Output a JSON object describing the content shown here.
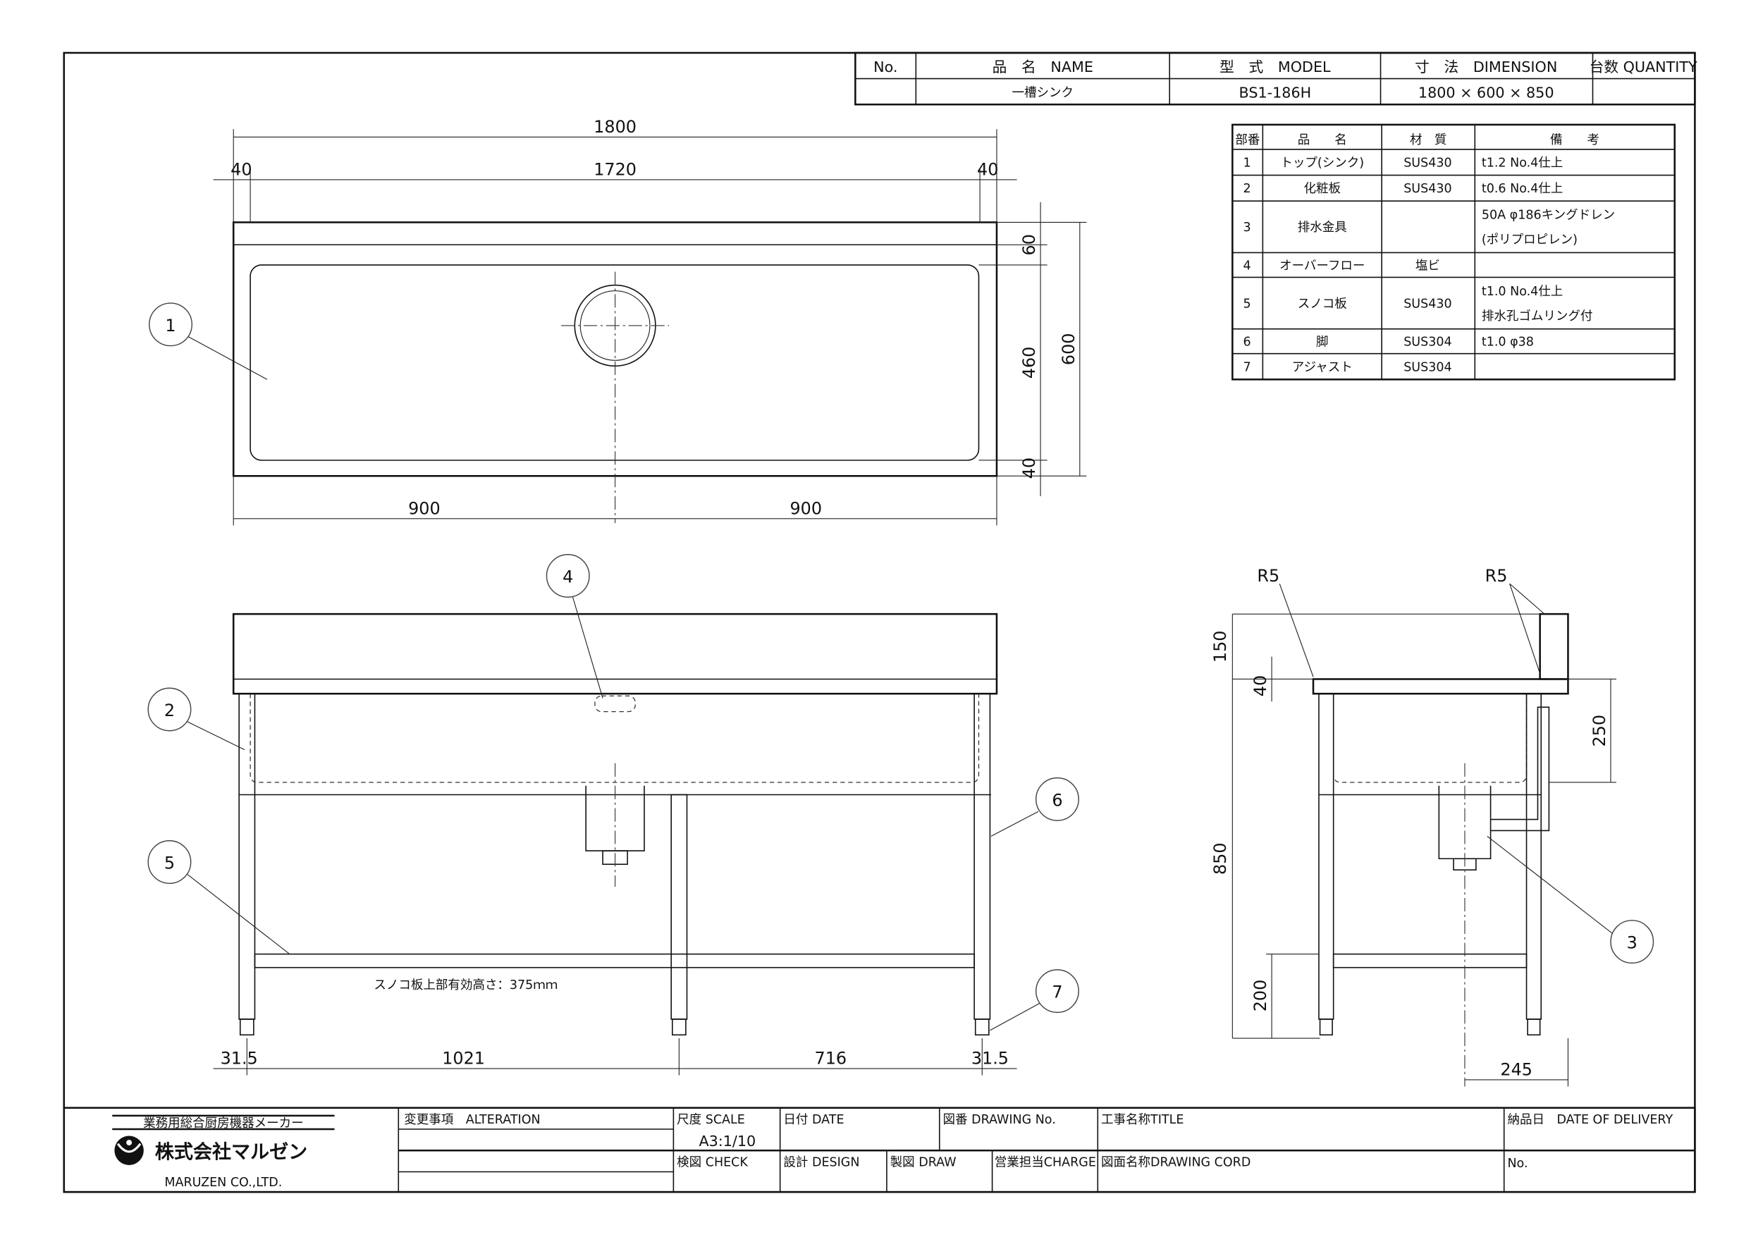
{
  "header": {
    "labels": [
      "No.",
      "品　名　NAME",
      "型　式　MODEL",
      "寸　法　DIMENSION",
      "台数 QUANTITY"
    ],
    "values": [
      "",
      "一槽シンク",
      "BS1-186H",
      "1800 × 600 × 850",
      ""
    ]
  },
  "parts": {
    "headers": [
      "部番",
      "品　　名",
      "材　質",
      "備　　考"
    ],
    "rows": [
      {
        "no": "1",
        "name": "トップ(シンク)",
        "material": "SUS430",
        "note": [
          "t1.2 No.4仕上"
        ]
      },
      {
        "no": "2",
        "name": "化粧板",
        "material": "SUS430",
        "note": [
          "t0.6 No.4仕上"
        ]
      },
      {
        "no": "3",
        "name": "排水金具",
        "material": "",
        "note": [
          "50A φ186キングドレン",
          "(ポリプロピレン)"
        ]
      },
      {
        "no": "4",
        "name": "オーバーフロー",
        "material": "塩ビ",
        "note": [
          ""
        ]
      },
      {
        "no": "5",
        "name": "スノコ板",
        "material": "SUS430",
        "note": [
          "t1.0 No.4仕上",
          "排水孔ゴムリング付"
        ]
      },
      {
        "no": "6",
        "name": "脚",
        "material": "SUS304",
        "note": [
          "t1.0 φ38"
        ]
      },
      {
        "no": "7",
        "name": "アジャスト",
        "material": "SUS304",
        "note": [
          ""
        ]
      }
    ]
  },
  "dims": {
    "top": {
      "overall": "1800",
      "inner": "1720",
      "left": "40",
      "right": "40",
      "half_left": "900",
      "half_right": "900",
      "back": "60",
      "bowl": "460",
      "front": "40",
      "depth": "600"
    },
    "front": {
      "left_offset": "31.5",
      "span1": "1021",
      "span2": "716",
      "right_offset": "31.5",
      "shelf_note": "スノコ板上部有効高さ：375ｍｍ"
    },
    "side": {
      "r1": "R5",
      "r2": "R5",
      "backsplash": "150",
      "top_thk": "40",
      "bowl_depth": "250",
      "height": "850",
      "shelf": "200",
      "drain_pos": "245"
    }
  },
  "balloons": [
    "1",
    "2",
    "3",
    "4",
    "5",
    "6",
    "7"
  ],
  "title_block": {
    "maker_tagline": "業務用総合厨房機器メーカー",
    "company_jp": "株式会社マルゼン",
    "company_en": "MARUZEN CO.,LTD.",
    "alteration": "変更事項　ALTERATION",
    "scale_label": "尺度 SCALE",
    "scale_value": "A3:1/10",
    "date": "日付 DATE",
    "drawing_no": "図番 DRAWING No.",
    "title": "工事名称TITLE",
    "delivery": "納品日　DATE OF DELIVERY",
    "check": "検図 CHECK",
    "design": "設計 DESIGN",
    "draw": "製図 DRAW",
    "charge": "営業担当CHARGE",
    "drawing_cord": "図面名称DRAWING CORD",
    "no": "No."
  }
}
